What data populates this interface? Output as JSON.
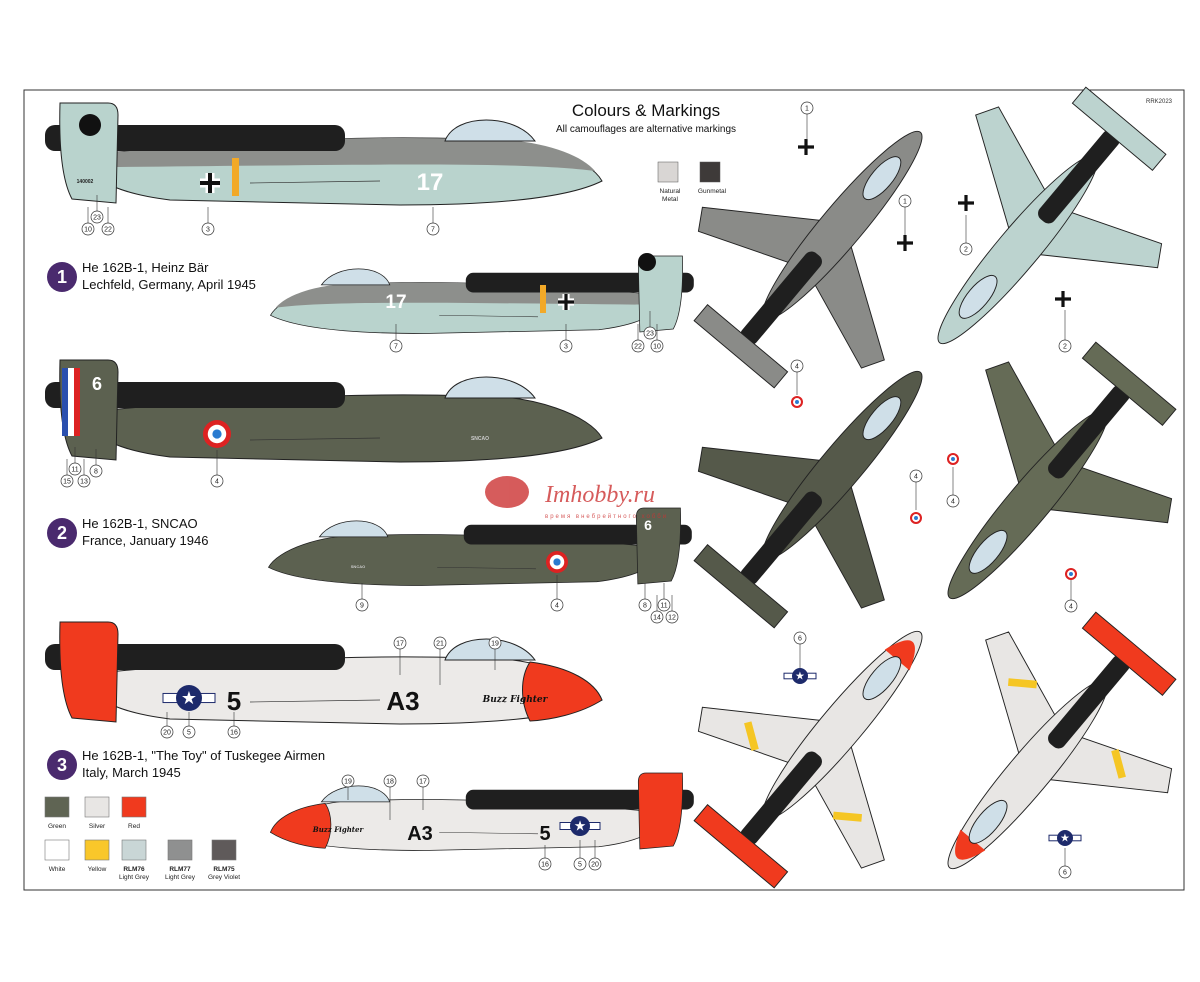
{
  "header": {
    "title": "Colours & Markings",
    "subtitle": "All camouflages are alternative markings",
    "code": "RRK2023"
  },
  "metal_swatches": [
    {
      "label": "Natural",
      "label2": "Metal",
      "color": "#d9d6d4"
    },
    {
      "label": "Gunmetal",
      "label2": "",
      "color": "#3e3a39"
    }
  ],
  "variants": [
    {
      "number": "1",
      "line1": "He 162B-1, Heinz Bär",
      "line2": "Lechfeld, Germany, April 1945",
      "side_large_callouts": [
        "10",
        "23",
        "22",
        "3",
        "7"
      ],
      "side_small_callouts": [
        "7",
        "3",
        "22",
        "23",
        "10"
      ],
      "top_callouts": [
        "1",
        "1",
        "2",
        "2"
      ],
      "codes": "17",
      "serial": "140002"
    },
    {
      "number": "2",
      "line1": "He 162B-1, SNCAO",
      "line2": "France, January 1946",
      "side_large_callouts": [
        "15",
        "11",
        "13",
        "8",
        "4"
      ],
      "side_small_callouts": [
        "9",
        "4",
        "8",
        "14",
        "11",
        "12"
      ],
      "top_callouts": [
        "4",
        "4",
        "4",
        "4"
      ],
      "codes": "6",
      "maker": "SNCAO"
    },
    {
      "number": "3",
      "line1": "He 162B-1, \"The Toy\" of Tuskegee Airmen",
      "line2": "Italy, March 1945",
      "side_large_callouts": [
        "17",
        "21",
        "19",
        "20",
        "5",
        "16"
      ],
      "side_small_callouts": [
        "19",
        "18",
        "17",
        "16",
        "5",
        "20"
      ],
      "top_callouts": [
        "6",
        "6"
      ],
      "codes": "A3",
      "tail_code": "5",
      "nose_art": "Buzz Fighter"
    }
  ],
  "paint_swatches": [
    {
      "name": "Green",
      "code": "",
      "color": "#5f6453"
    },
    {
      "name": "Silver",
      "code": "",
      "color": "#e8e6e4"
    },
    {
      "name": "Red",
      "code": "",
      "color": "#f03a1e"
    },
    {
      "name": "White",
      "code": "",
      "color": "#ffffff"
    },
    {
      "name": "Yellow",
      "code": "",
      "color": "#f9c72a"
    },
    {
      "name": "Light Grey",
      "code": "RLM76",
      "color": "#c9d6d6"
    },
    {
      "name": "Light Grey",
      "code": "RLM77",
      "color": "#8f9090"
    },
    {
      "name": "Grey Violet",
      "code": "RLM75",
      "color": "#5f5a5a"
    }
  ],
  "watermark": {
    "text": "Imhobby.ru",
    "tagline": "время внебрейтного хобби"
  },
  "colors": {
    "badge": "#4a2a6e",
    "engine": "#1f1f1f",
    "canopy": "#cfdfe8"
  }
}
